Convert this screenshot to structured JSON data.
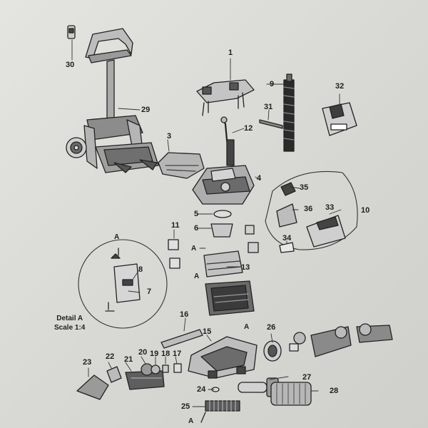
{
  "callouts": {
    "n1": "1",
    "n3": "3",
    "n4": "4",
    "n5": "5",
    "n6": "6",
    "n7": "7",
    "n8": "8",
    "n9": "9",
    "n10": "10",
    "n11": "11",
    "n12": "12",
    "n13": "13",
    "n15": "15",
    "n16": "16",
    "n17": "17",
    "n18": "18",
    "n19": "19",
    "n20": "20",
    "n21": "21",
    "n22": "22",
    "n23": "23",
    "n24": "24",
    "n25": "25",
    "n26": "26",
    "n27": "27",
    "n28": "28",
    "n29": "29",
    "n30": "30",
    "n31": "31",
    "n32": "32",
    "n33": "33",
    "n34": "34",
    "n35": "35",
    "n36": "36"
  },
  "markers": {
    "a1": "A",
    "a2": "A",
    "a3": "A",
    "a4": "A",
    "a5": "A"
  },
  "detail": {
    "title": "Detail A",
    "scale": "Scale 1:4"
  }
}
